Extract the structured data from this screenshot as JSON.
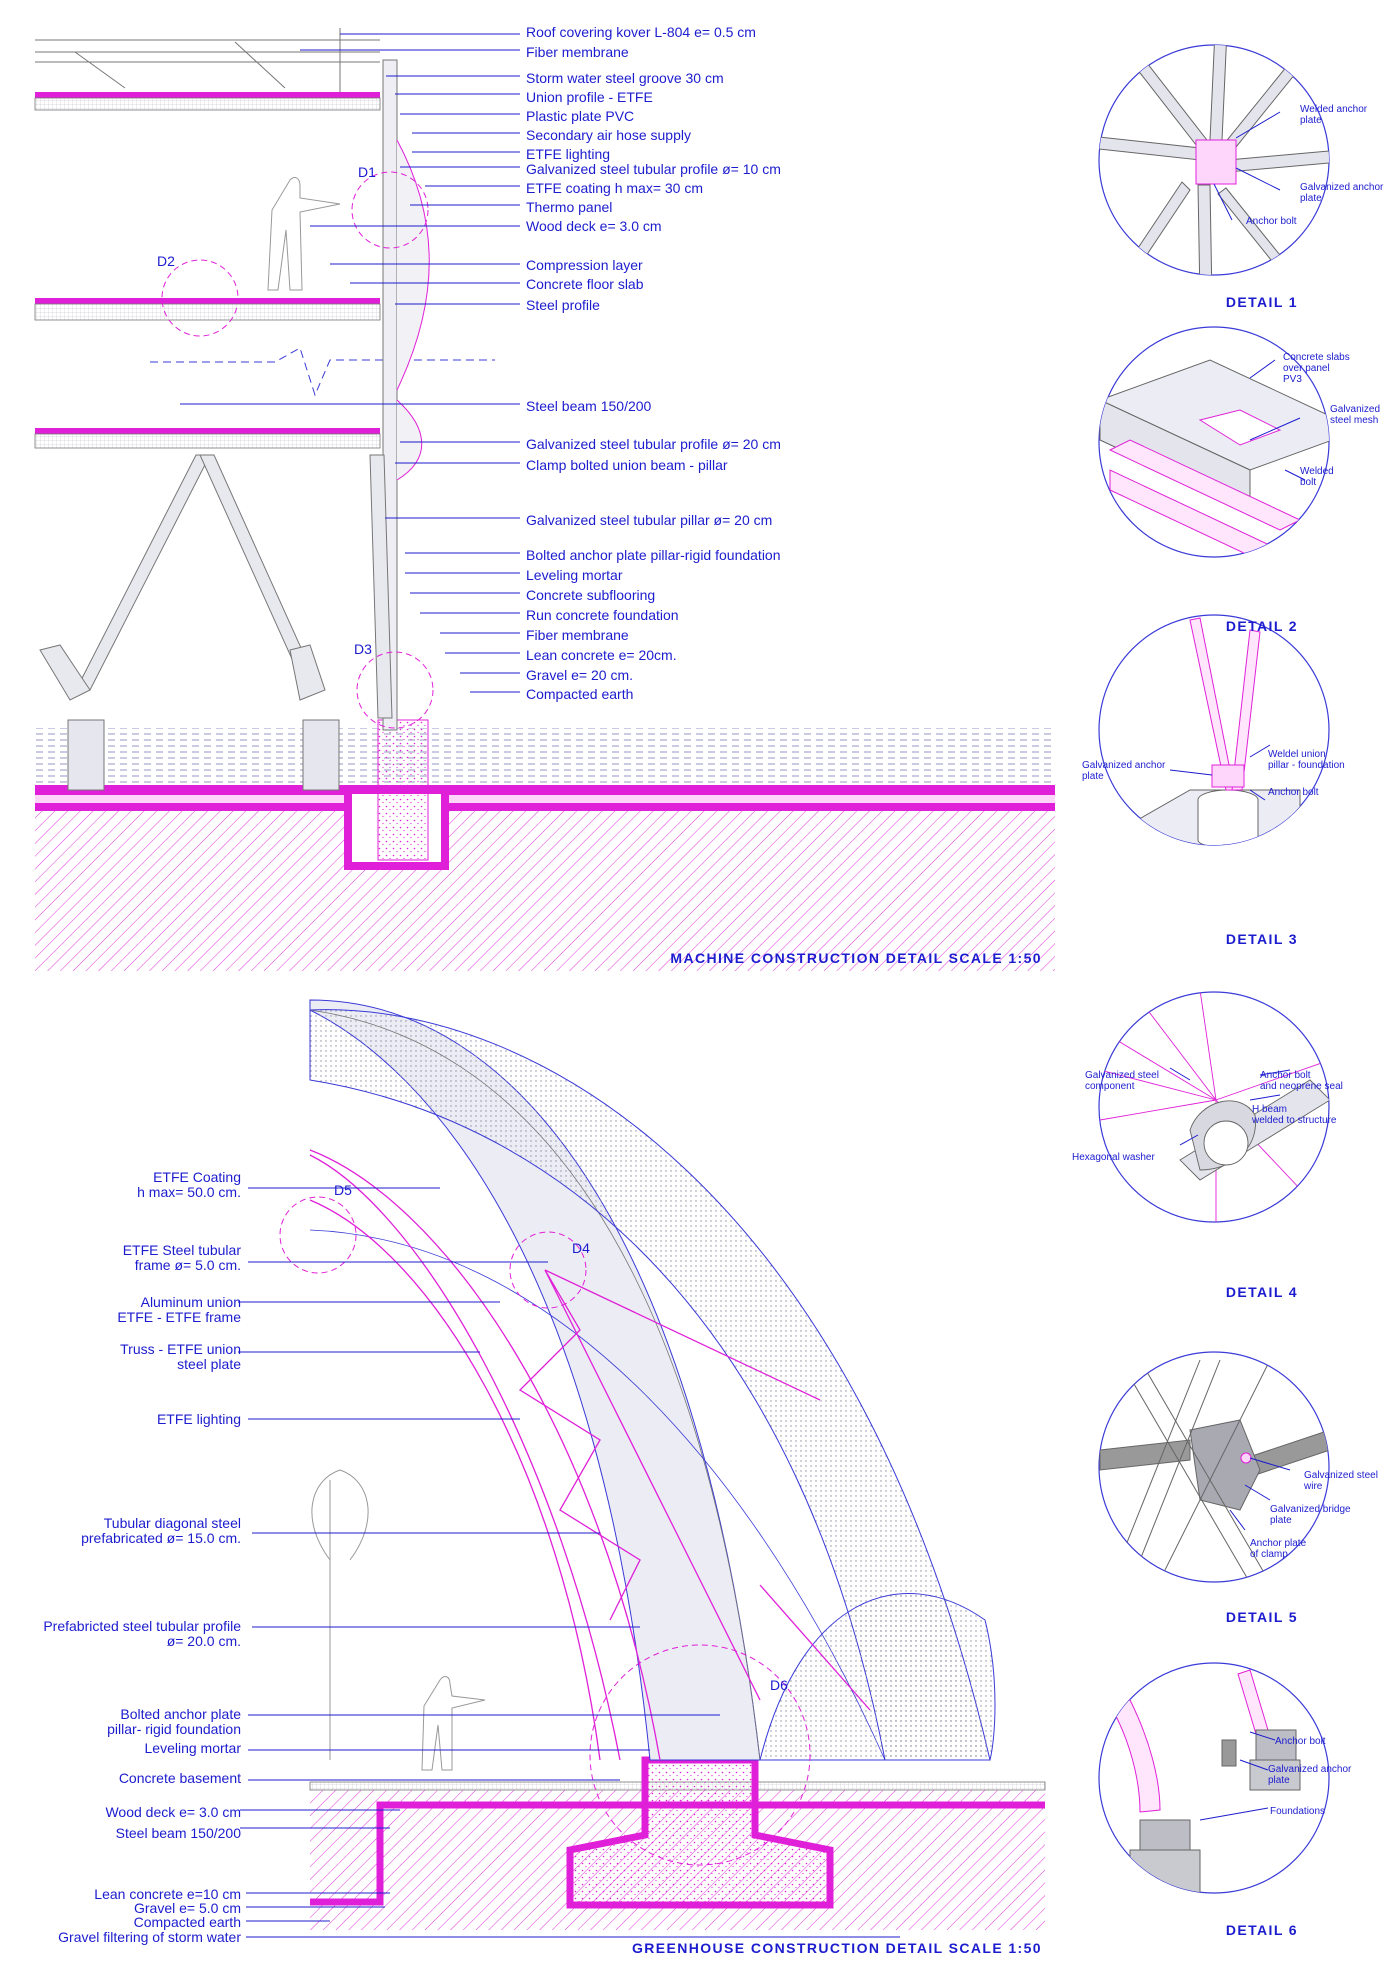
{
  "machine_section": {
    "title": "MACHINE CONSTRUCTION DETAIL SCALE 1:50",
    "labels": [
      "Roof covering kover L-804 e= 0.5 cm",
      "Fiber membrane",
      "Storm water steel groove 30 cm",
      "Union profile - ETFE",
      "Plastic plate PVC",
      "Secondary air hose supply",
      "ETFE lighting",
      "Galvanized steel tubular profile ø= 10 cm",
      "ETFE coating h max= 30 cm",
      "Thermo panel",
      "Wood deck e= 3.0 cm",
      "Compression layer",
      "Concrete floor slab",
      "Steel profile",
      "Steel beam 150/200",
      "Galvanized steel tubular profile ø= 20 cm",
      "Clamp bolted union beam - pillar",
      "Galvanized steel tubular pillar ø= 20 cm",
      "Bolted anchor plate pillar-rigid foundation",
      "Leveling mortar",
      "Concrete subflooring",
      "Run concrete foundation",
      "Fiber membrane",
      "Lean concrete e= 20cm.",
      "Gravel e= 20 cm.",
      "Compacted earth"
    ],
    "tags": [
      "D1",
      "D2",
      "D3"
    ]
  },
  "greenhouse_section": {
    "title": "GREENHOUSE CONSTRUCTION DETAIL SCALE 1:50",
    "labels": [
      [
        "ETFE Coating",
        "h max= 50.0 cm."
      ],
      [
        "ETFE Steel tubular",
        "frame ø= 5.0 cm."
      ],
      [
        "Aluminum union",
        "ETFE - ETFE frame"
      ],
      [
        "Truss - ETFE union",
        "steel plate"
      ],
      [
        "ETFE lighting"
      ],
      [
        "Tubular diagonal steel",
        "prefabricated ø= 15.0 cm."
      ],
      [
        "Prefabricted steel tubular profile",
        "ø= 20.0 cm."
      ],
      [
        "Bolted anchor plate",
        "pillar- rigid foundation"
      ],
      [
        "Leveling mortar"
      ],
      [
        "Concrete basement"
      ],
      [
        "Wood deck  e= 3.0 cm"
      ],
      [
        "Steel beam 150/200"
      ],
      [
        "Lean concrete e=10 cm"
      ],
      [
        "Gravel e= 5.0 cm"
      ],
      [
        "Compacted earth"
      ],
      [
        "Gravel filtering of storm water"
      ]
    ],
    "tags": [
      "D4",
      "D5",
      "D6"
    ]
  },
  "details": [
    {
      "title": "DETAIL 1",
      "notes": [
        [
          "Welded anchor",
          "plate"
        ],
        [
          "Galvanized anchor",
          "plate"
        ],
        [
          "Anchor bolt"
        ]
      ]
    },
    {
      "title": "DETAIL 2",
      "notes": [
        [
          "Concrete slabs",
          "over panel",
          "PV3"
        ],
        [
          "Galvanized",
          "steel mesh"
        ],
        [
          "Welded",
          "bolt"
        ]
      ]
    },
    {
      "title": "DETAIL 3",
      "notes": [
        [
          "Galvanized anchor",
          "plate"
        ],
        [
          "Weldel union",
          "pillar - foundation"
        ],
        [
          "Anchor bolt"
        ]
      ]
    },
    {
      "title": "DETAIL 4",
      "notes": [
        [
          "Galvanized steel",
          "component"
        ],
        [
          "Anchor bolt",
          "and neoprene seal"
        ],
        [
          "H beam",
          "welded to structure"
        ],
        [
          "Hexagonal washer"
        ]
      ]
    },
    {
      "title": "DETAIL 5",
      "notes": [
        [
          "Galvanized steel",
          "wire"
        ],
        [
          "Galvanized bridge",
          "plate"
        ],
        [
          "Anchor plate",
          "of clamp"
        ]
      ]
    },
    {
      "title": "DETAIL 6",
      "notes": [
        [
          "Anchor bolt"
        ],
        [
          "Galvanized anchor",
          "plate"
        ],
        [
          "Foundations"
        ]
      ]
    }
  ],
  "colors": {
    "line": "#1c1ccf",
    "accent": "#e020d8",
    "fill": "#ececf4"
  }
}
